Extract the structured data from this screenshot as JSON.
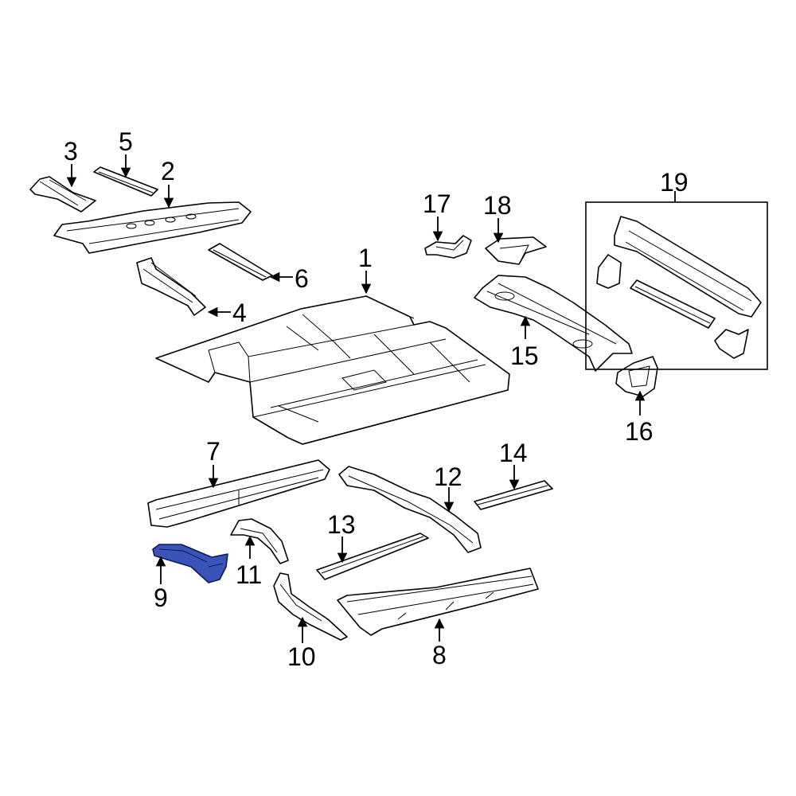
{
  "diagram": {
    "highlighted_part": "9",
    "highlight_color": "#3a53b8",
    "callouts": {
      "c1": "1",
      "c2": "2",
      "c3": "3",
      "c4": "4",
      "c5": "5",
      "c6": "6",
      "c7": "7",
      "c8": "8",
      "c9": "9",
      "c10": "10",
      "c11": "11",
      "c12": "12",
      "c13": "13",
      "c14": "14",
      "c15": "15",
      "c16": "16",
      "c17": "17",
      "c18": "18",
      "c19": "19"
    }
  }
}
